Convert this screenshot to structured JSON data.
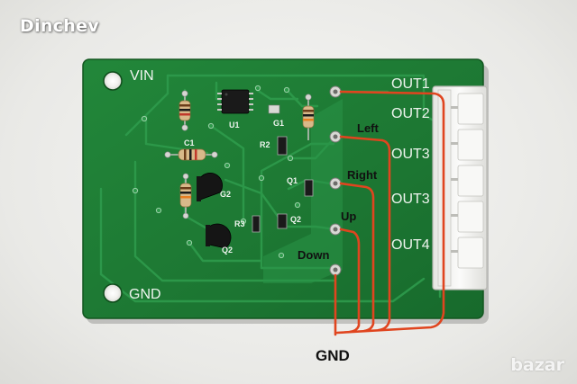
{
  "branding": {
    "author": "Dinchev",
    "watermark": "bazar"
  },
  "board": {
    "power_in": "VIN",
    "ground": "GND"
  },
  "outputs": [
    "OUT1",
    "OUT2",
    "OUT3",
    "OUT3",
    "OUT4"
  ],
  "directions": {
    "left": "Left",
    "right": "Right",
    "up": "Up",
    "down": "Down"
  },
  "components": {
    "u1": "U1",
    "g1": "G1",
    "c1": "C1",
    "r2": "R2",
    "r3": "R3",
    "q1": "Q1",
    "q2_upper": "G2",
    "q2_mid": "Q2",
    "q2_lower": "Q2"
  },
  "wiring": {
    "common": "GND",
    "wire_color": "#e0451f"
  },
  "colors": {
    "pcb": "#1e7a34",
    "trace": "#2c9448",
    "connector": "#f4f4f2"
  }
}
